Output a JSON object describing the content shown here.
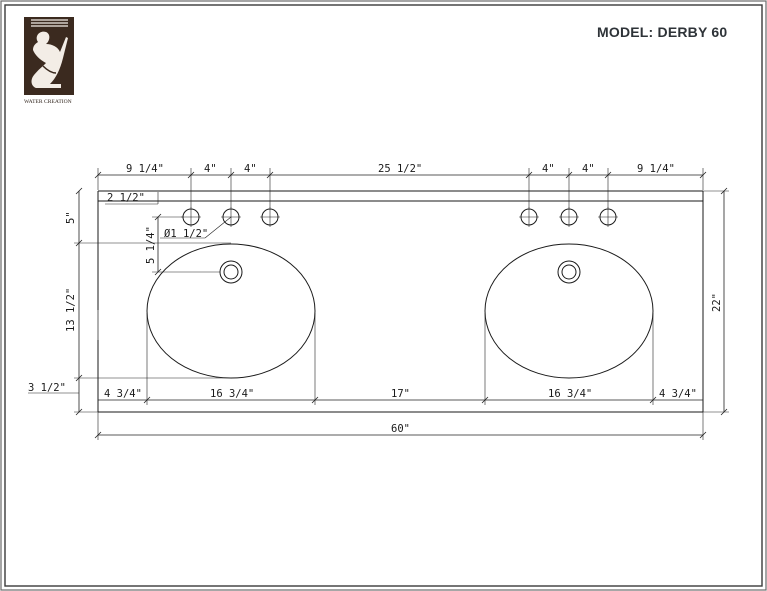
{
  "header": {
    "model_label": "MODEL: DERBY 60",
    "logo_text": "WATER CREATION"
  },
  "dimensions": {
    "top": {
      "left_edge_to_faucet": "9 1/4\"",
      "left_spread_1": "4\"",
      "left_spread_2": "4\"",
      "between_faucets": "25 1/2\"",
      "right_spread_1": "4\"",
      "right_spread_2": "4\"",
      "right_faucet_to_edge": "9 1/4\""
    },
    "left_side": {
      "backsplash": "2 1/2\"",
      "edge_to_sink": "5\"",
      "faucet_to_drain": "5 1/4\"",
      "hole_diameter": "Ø1 1/2\"",
      "sink_depth": "13 1/2\"",
      "sink_to_front": "3 1/2\""
    },
    "bottom": {
      "left_edge": "4 3/4\"",
      "left_sink_width": "16 3/4\"",
      "between_sinks": "17\"",
      "right_sink_width": "16 3/4\"",
      "right_edge": "4 3/4\"",
      "overall_width": "60\""
    },
    "right_side": {
      "overall_depth": "22\""
    }
  },
  "colors": {
    "ink": "#1a1a1a",
    "title": "#2e3338",
    "logo": "#3b2a1f"
  }
}
